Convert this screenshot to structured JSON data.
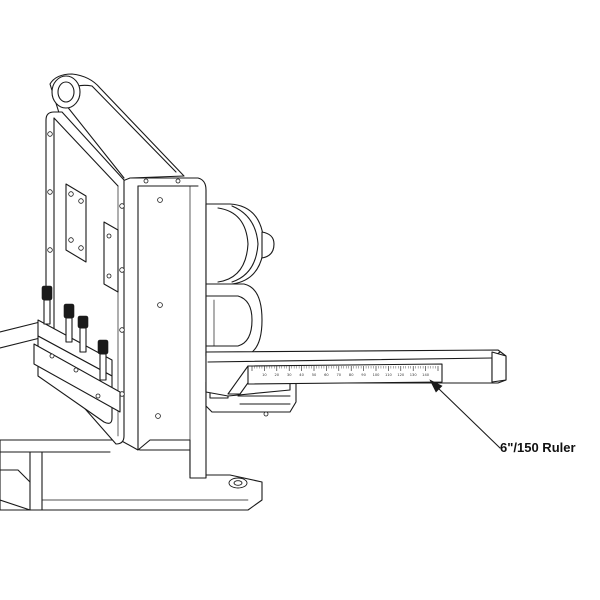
{
  "callout": {
    "label": "6\"/150 Ruler"
  },
  "ruler": {
    "tick_labels": [
      "10",
      "20",
      "30",
      "40",
      "50",
      "60",
      "70",
      "80",
      "90",
      "100",
      "110",
      "120",
      "130",
      "140"
    ]
  },
  "colors": {
    "line": "#1a1a1a",
    "background": "#ffffff"
  }
}
